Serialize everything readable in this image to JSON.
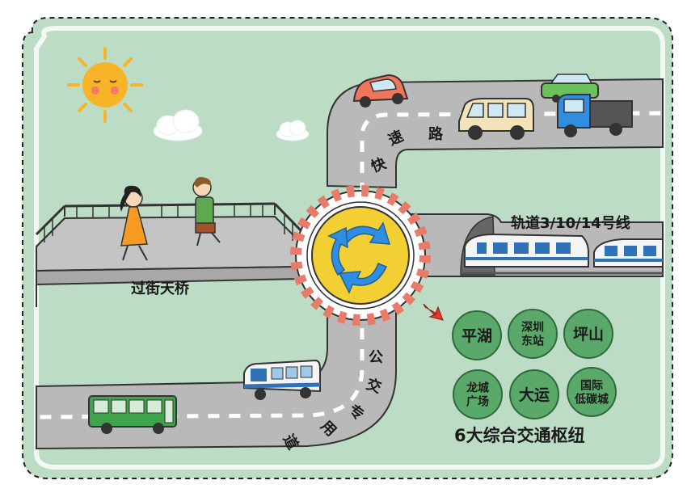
{
  "labels": {
    "expressway": [
      "快",
      "速",
      "路"
    ],
    "rail_lines": "轨道3/10/14号线",
    "overpass": "过街天桥",
    "bus_lane": [
      "公",
      "交",
      "专",
      "用",
      "道"
    ],
    "hubs_title": "6大综合交通枢纽"
  },
  "hubs": [
    {
      "lines": [
        "平湖"
      ]
    },
    {
      "lines": [
        "深圳",
        "东站"
      ]
    },
    {
      "lines": [
        "坪山"
      ]
    },
    {
      "lines": [
        "龙城",
        "广场"
      ]
    },
    {
      "lines": [
        "大运"
      ]
    },
    {
      "lines": [
        "国际",
        "低碳城"
      ]
    }
  ],
  "colors": {
    "land": "#bcdcc6",
    "road": "#b9b9b9",
    "hub_green": "#5aa86a",
    "sun": "#f8b428",
    "roundabout": "#f2d034",
    "arrow_blue": "#2f8ee0"
  },
  "icons": [
    "sun-icon",
    "cloud-icon",
    "roundabout-arrows-icon",
    "pointer-arrow-icon"
  ]
}
